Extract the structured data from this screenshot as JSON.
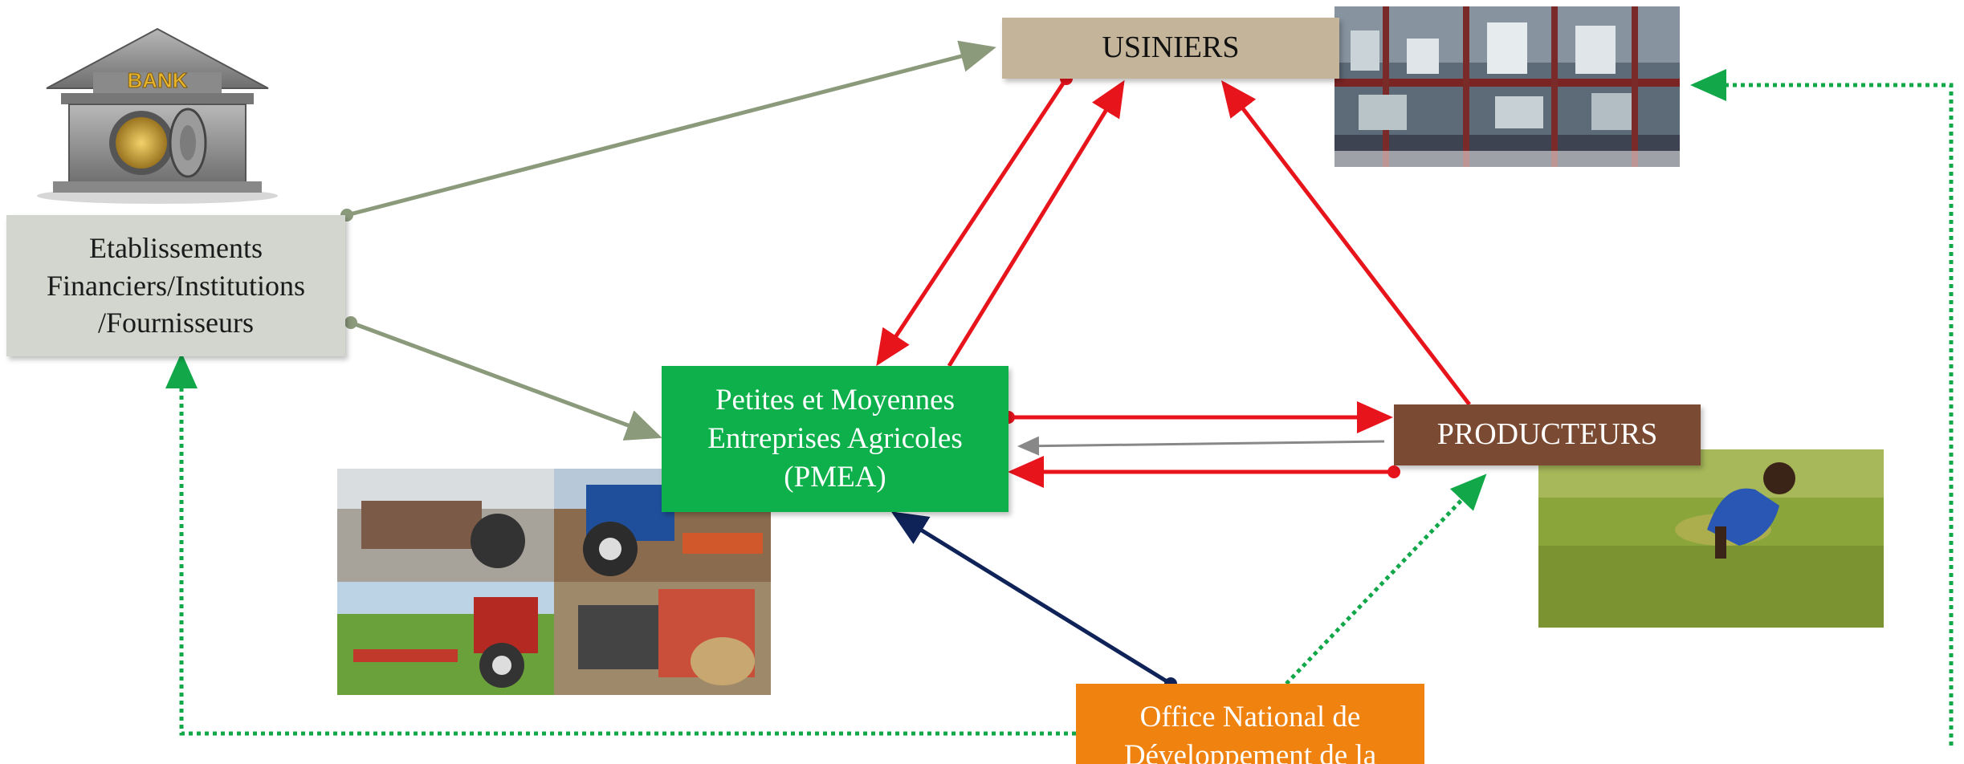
{
  "nodes": {
    "usiniers": "USINIERS",
    "etablissements": "Etablissements\nFinanciers/Institutions\n/Fournisseurs",
    "pmea": "Petites et Moyennes\nEntreprises Agricoles\n(PMEA)",
    "producteurs": "PRODUCTEURS",
    "office": "Office National de\nDéveloppement de la"
  },
  "bank_sign": "BANK",
  "colors": {
    "usiniers": "#c4b49a",
    "etablissements": "#d3d6ce",
    "pmea": "#0db04a",
    "producteurs": "#7a4a32",
    "office": "#f0820f",
    "red_links": "#e8141c",
    "gray_links": "#8c9a7c",
    "navy_link": "#0f2358",
    "green_dotted": "#12a84a"
  },
  "icons": [
    "bank-icon",
    "rice-mill-photo",
    "tractor-collage-photo",
    "rice-field-farmer-photo"
  ]
}
